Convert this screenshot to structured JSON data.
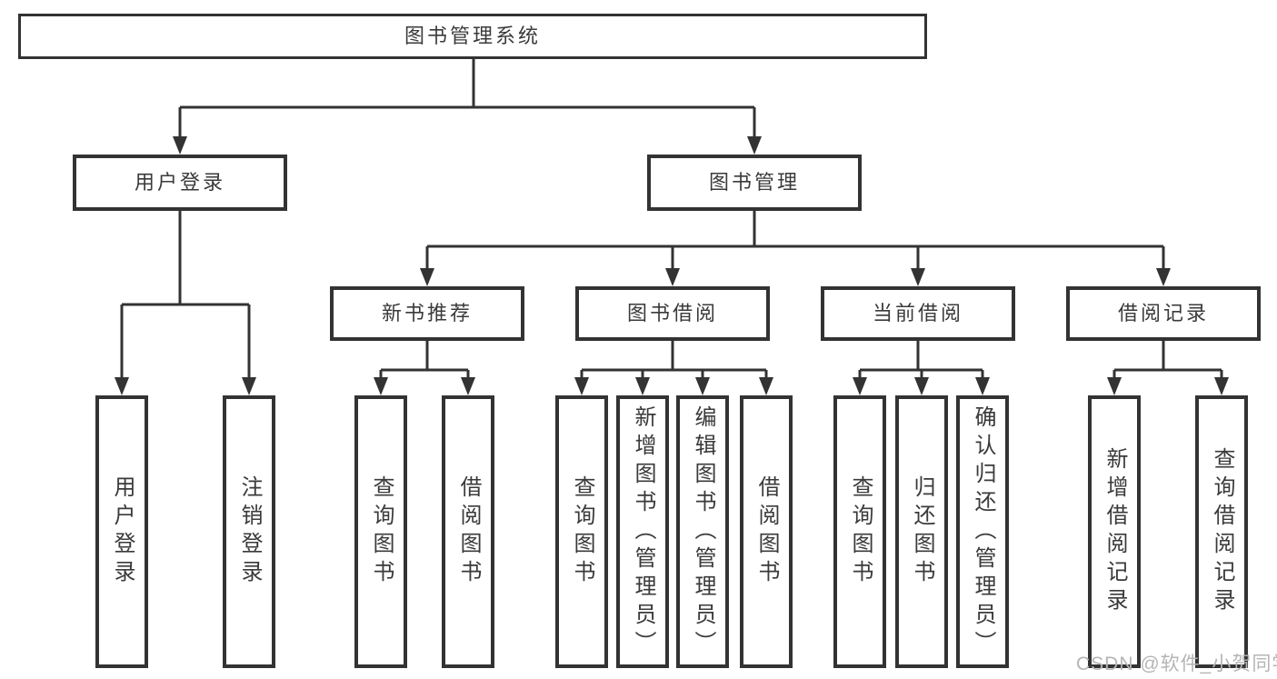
{
  "diagram": {
    "type": "hierarchy-tree",
    "tree": {
      "label": "图书管理系统",
      "children": [
        {
          "label": "用户登录",
          "children": [
            {
              "label": "用户登录"
            },
            {
              "label": "注销登录"
            }
          ]
        },
        {
          "label": "图书管理",
          "children": [
            {
              "label": "新书推荐",
              "children": [
                {
                  "label": "查询图书"
                },
                {
                  "label": "借阅图书"
                }
              ]
            },
            {
              "label": "图书借阅",
              "children": [
                {
                  "label": "查询图书"
                },
                {
                  "label": "新增图书（管理员）"
                },
                {
                  "label": "编辑图书（管理员）"
                },
                {
                  "label": "借阅图书"
                }
              ]
            },
            {
              "label": "当前借阅",
              "children": [
                {
                  "label": "查询图书"
                },
                {
                  "label": "归还图书"
                },
                {
                  "label": "确认归还（管理员）"
                }
              ]
            },
            {
              "label": "借阅记录",
              "children": [
                {
                  "label": "新增借阅记录"
                },
                {
                  "label": "查询借阅记录"
                }
              ]
            }
          ]
        }
      ]
    },
    "colors": {
      "line": "#333333",
      "text": "#3a3a3a",
      "box_background": "#ffffff",
      "watermark": "#b5b5b5"
    }
  },
  "watermark": "CSDN @软件_小贺同学"
}
